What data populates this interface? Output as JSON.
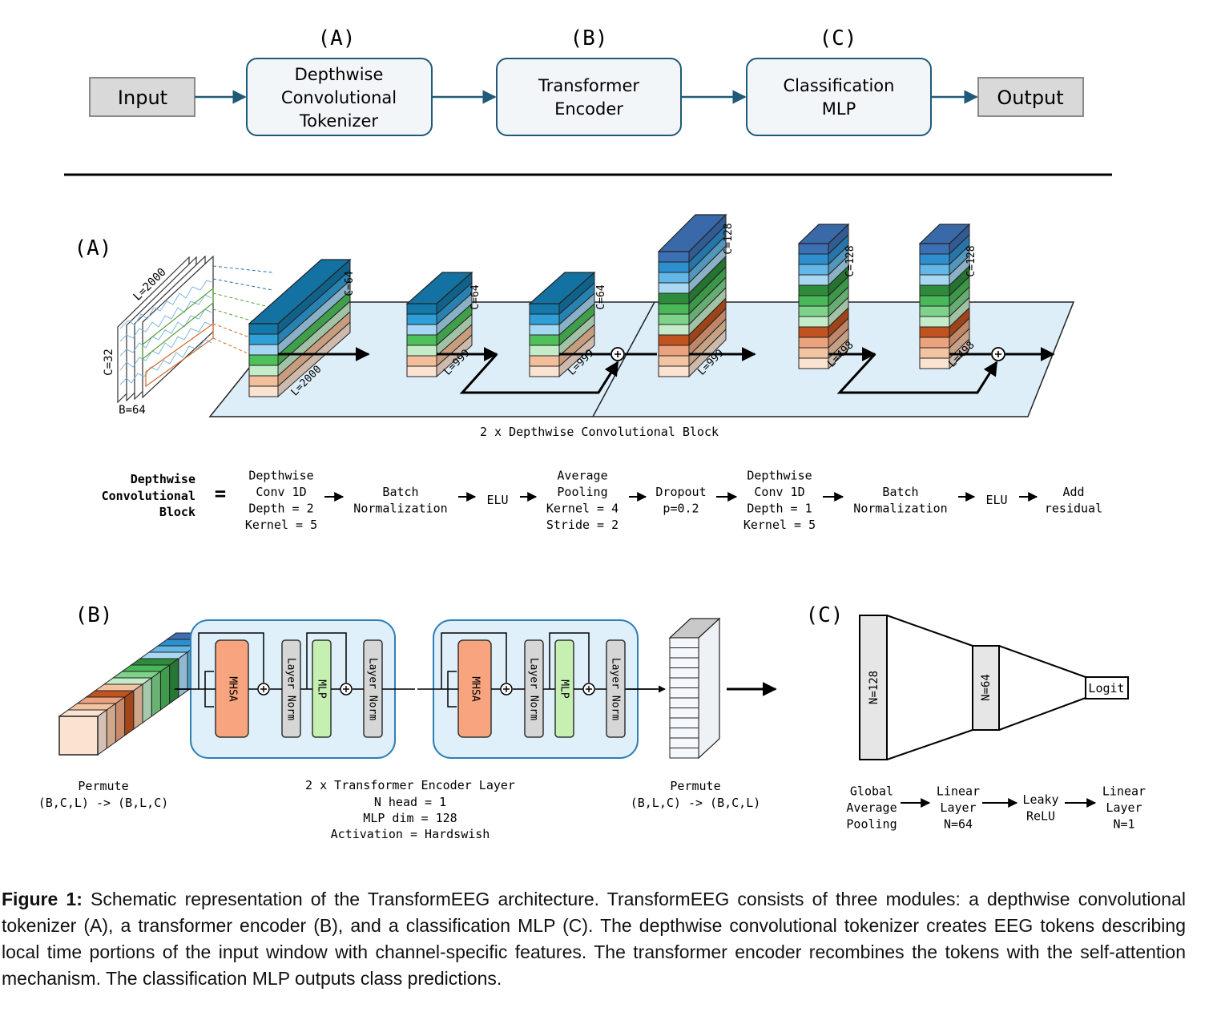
{
  "pipeline": {
    "input": "Input",
    "output": "Output",
    "modules": [
      {
        "tag": "(A)",
        "lines": [
          "Depthwise",
          "Convolutional",
          "Tokenizer"
        ]
      },
      {
        "tag": "(B)",
        "lines": [
          "Transformer",
          "Encoder"
        ]
      },
      {
        "tag": "(C)",
        "lines": [
          "Classification",
          "MLP"
        ]
      }
    ]
  },
  "section_a": {
    "tag": "(A)",
    "input_dims": {
      "length": "L=2000",
      "channels": "C=32",
      "batch": "B=64"
    },
    "stage_dims": [
      {
        "c": "C=64",
        "l": "L=2000"
      },
      {
        "c": "C=64",
        "l": "L=999"
      },
      {
        "c": "C=64",
        "l": "L=999"
      },
      {
        "c": "C=128",
        "l": "L=999"
      },
      {
        "c": "C=128",
        "l": "L=498"
      },
      {
        "c": "C=128",
        "l": "L=498"
      }
    ],
    "block_label": "2 x Depthwise Convolutional Block",
    "definition_lines": [
      "Depthwise",
      "Convolutional",
      "Block"
    ],
    "equals": "=",
    "steps": [
      [
        "Depthwise",
        "Conv 1D",
        "Depth = 2",
        "Kernel = 5"
      ],
      [
        "Batch",
        "Normalization"
      ],
      [
        "ELU"
      ],
      [
        "Average",
        "Pooling",
        "Kernel = 4",
        "Stride = 2"
      ],
      [
        "Dropout",
        "p=0.2"
      ],
      [
        "Depthwise",
        "Conv 1D",
        "Depth = 1",
        "Kernel = 5"
      ],
      [
        "Batch",
        "Normalization"
      ],
      [
        "ELU"
      ],
      [
        "Add",
        "residual"
      ]
    ]
  },
  "section_b": {
    "tag": "(B)",
    "layer_labels": {
      "mhsa": "MHSA",
      "norm": "Layer Norm",
      "mlp": "MLP"
    },
    "permute_in": [
      "Permute",
      "(B,C,L) -> (B,L,C)"
    ],
    "encoder_text": [
      "2 x Transformer Encoder Layer",
      "N head = 1",
      "MLP dim = 128",
      "Activation = Hardswish"
    ],
    "permute_out": [
      "Permute",
      "(B,L,C) -> (B,C,L)"
    ]
  },
  "section_c": {
    "tag": "(C)",
    "bars": {
      "n128": "N=128",
      "n64": "N=64",
      "logit": "Logit"
    },
    "steps": [
      [
        "Global",
        "Average",
        "Pooling"
      ],
      [
        "Linear",
        "Layer",
        "N=64"
      ],
      [
        "Leaky",
        "ReLU"
      ],
      [
        "Linear",
        "Layer",
        "N=1"
      ]
    ]
  },
  "caption": {
    "label": "Figure 1:",
    "text": " Schematic representation of the TransformEEG architecture. TransformEEG consists of three modules: a depthwise convolutional tokenizer (A), a transformer encoder (B), and a classification MLP (C). The depthwise convolutional tokenizer creates EEG tokens describing local time portions of the input window with channel-specific features. The transformer encoder recombines the tokens with the self-attention mechanism. The classification MLP outputs class predictions."
  },
  "colors": {
    "module_border": "#1f5a78",
    "module_fill": "#f3f6f8",
    "io_fill": "#d9d9d9",
    "arrow": "#1f5a78",
    "floor": "#ddeef8",
    "encoder_fill": "#dff0fa",
    "encoder_border": "#2f7fb5",
    "mhsa": "#f7a47f",
    "mlp": "#c5f0b1",
    "norm": "#d6d6d6"
  }
}
